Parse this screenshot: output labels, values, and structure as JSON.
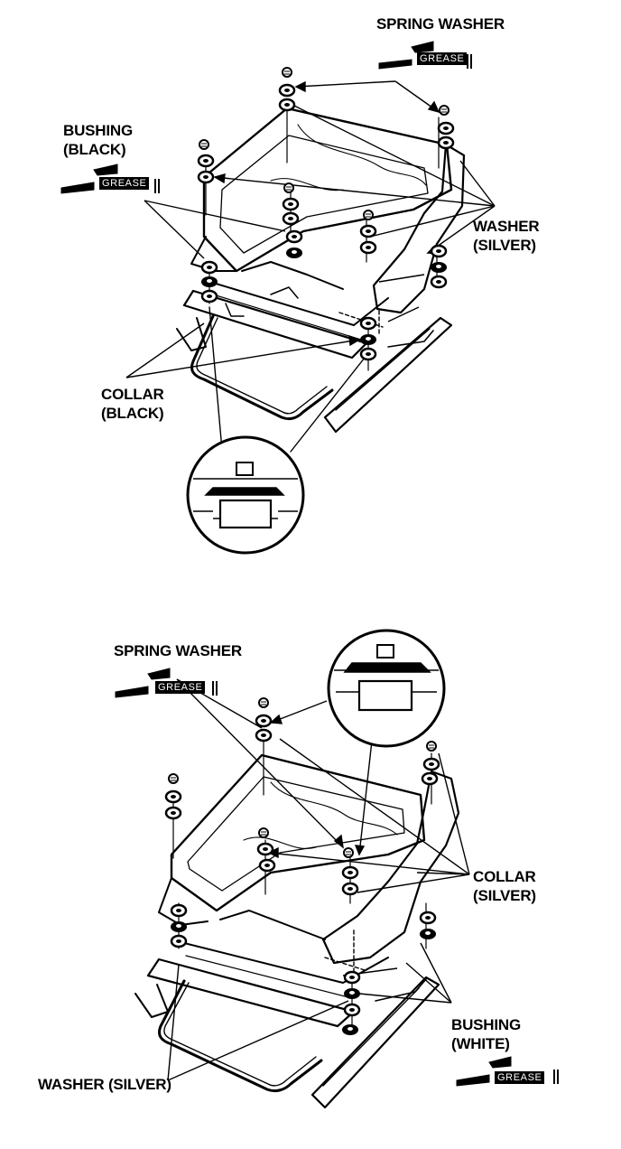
{
  "top_diagram": {
    "labels": {
      "spring_washer": "SPRING WASHER",
      "bushing_black_1": "BUSHING",
      "bushing_black_2": "(BLACK)",
      "washer_silver_1": "WASHER",
      "washer_silver_2": "(SILVER)",
      "collar_black_1": "COLLAR",
      "collar_black_2": "(BLACK)"
    },
    "grease_tags": [
      "GREASE",
      "GREASE"
    ]
  },
  "bottom_diagram": {
    "labels": {
      "spring_washer": "SPRING WASHER",
      "collar_silver_1": "COLLAR",
      "collar_silver_2": "(SILVER)",
      "bushing_white_1": "BUSHING",
      "bushing_white_2": "(WHITE)",
      "washer_silver": "WASHER (SILVER)"
    },
    "grease_tags": [
      "GREASE",
      "GREASE"
    ]
  },
  "colors": {
    "ink": "#000000",
    "paper": "#ffffff"
  }
}
